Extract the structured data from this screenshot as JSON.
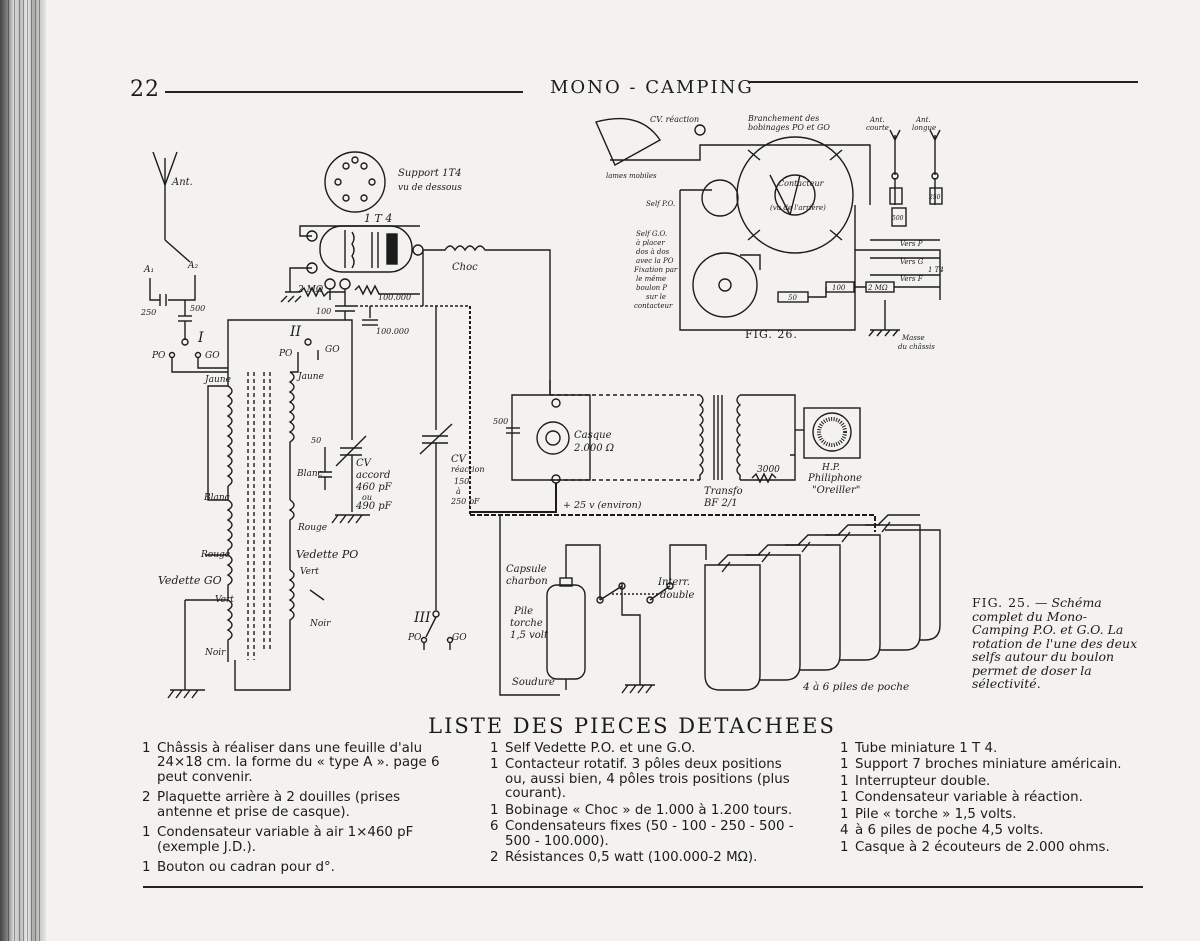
{
  "header": {
    "page_number": "22",
    "running_title": "MONO - CAMPING"
  },
  "diagram_labels": {
    "ant": "Ant.",
    "a1": "A₁",
    "a2": "A₂",
    "support_1": "Support 1T4",
    "support_2": "vu de dessous",
    "tube": "1 T 4",
    "choc": "Choc",
    "r2m": "2 MΩ",
    "c100": "100",
    "c100000a": "100.000",
    "c100000b": "100.000",
    "c250": "250",
    "c500": "500",
    "roman1": "I",
    "roman2": "II",
    "roman3": "III",
    "po": "PO",
    "go": "GO",
    "jaune": "Jaune",
    "blanc": "Blanc",
    "rouge": "Rouge",
    "vert": "Vert",
    "noir": "Noir",
    "vedette_go": "Vedette GO",
    "vedette_po": "Vedette PO",
    "cv_accord_1": "CV",
    "cv_accord_2": "accord",
    "cv_accord_3": "460 pF",
    "cv_accord_4": "ou",
    "cv_accord_5": "490 pF",
    "c50": "50",
    "cv_reaction_1": "CV",
    "cv_reaction_2": "réaction",
    "cv_reaction_3": "150",
    "cv_reaction_4": "à",
    "cv_reaction_5": "250 pF",
    "c500b": "500",
    "casque_1": "Casque",
    "casque_2": "2.000 Ω",
    "r3000": "3000",
    "transfo_1": "Transfo",
    "transfo_2": "BF 2/1",
    "hp_1": "H.P.",
    "hp_2": "Philiphone",
    "hp_3": "\"Oreiller\"",
    "v25": "+ 25 v (environ)",
    "capsule_1": "Capsule",
    "capsule_2": "charbon",
    "interr_1": "Interr.",
    "interr_2": "double",
    "pile_1": "Pile",
    "pile_2": "torche",
    "pile_3": "1,5 volt",
    "soudure": "Soudure",
    "piles": "4 à 6 piles de poche",
    "f26_cv": "CV. réaction",
    "f26_branch_1": "Branchement des",
    "f26_branch_2": "bobinages PO et GO",
    "f26_ant_courte_1": "Ant.",
    "f26_ant_courte_2": "courte",
    "f26_ant_longue_1": "Ant.",
    "f26_ant_longue_2": "longue",
    "f26_lames": "lames mobiles",
    "f26_contacteur": "Contacteur",
    "f26_vuarriere": "(vu de l'arrière)",
    "f26_selfpo": "Self P.O.",
    "f26_selfgo_1": "Self G.O.",
    "f26_selfgo_2": "à placer",
    "f26_selfgo_3": "dos à dos",
    "f26_selfgo_4": "avec la PO",
    "f26_selfgo_5": "Fixation par",
    "f26_selfgo_6": "le même",
    "f26_selfgo_7": "boulon P",
    "f26_selfgo_8": "sur le",
    "f26_selfgo_9": "contacteur",
    "f26_250": "250",
    "f26_500": "500",
    "f26_50": "50",
    "f26_100": "100",
    "f26_2m": "2 MΩ",
    "f26_versp": "Vers P",
    "f26_versg": "Vers G",
    "f26_versf": "Vers F",
    "f26_1t4": "1 T4",
    "f26_masse_1": "Masse",
    "f26_masse_2": "du châssis",
    "fig26": "FIG. 26."
  },
  "caption": {
    "fig": "FIG. 25.",
    "text": "— Schéma complet du Mono-Camping P.O. et G.O. La rotation de l'une des deux selfs autour du boulon permet de doser la sélectivité."
  },
  "parts_list": {
    "title": "LISTE DES PIECES DETACHEES",
    "col1": [
      {
        "qty": "1",
        "desc": "Châssis à réaliser dans une feuille d'alu 24×18 cm. la forme du « type A ». page 6 peut convenir."
      },
      {
        "qty": "2",
        "desc": "Plaquette arrière à 2 douilles (prises antenne et prise de casque)."
      },
      {
        "qty": "1",
        "desc": "Condensateur variable à air 1×460 pF (exemple J.D.)."
      },
      {
        "qty": "1",
        "desc": "Bouton ou cadran pour d°."
      }
    ],
    "col2": [
      {
        "qty": "1",
        "desc": "Self Vedette P.O. et une G.O."
      },
      {
        "qty": "1",
        "desc": "Contacteur rotatif. 3 pôles deux positions ou, aussi bien, 4 pôles trois positions (plus courant)."
      },
      {
        "qty": "1",
        "desc": "Bobinage « Choc » de 1.000 à 1.200 tours."
      },
      {
        "qty": "6",
        "desc": "Condensateurs fixes (50 - 100 - 250 - 500 - 500 - 100.000)."
      },
      {
        "qty": "2",
        "desc": "Résistances 0,5 watt (100.000-2 MΩ)."
      }
    ],
    "col3": [
      {
        "qty": "1",
        "desc": "Tube miniature 1 T 4."
      },
      {
        "qty": "1",
        "desc": "Support 7 broches miniature américain."
      },
      {
        "qty": "1",
        "desc": "Interrupteur double."
      },
      {
        "qty": "1",
        "desc": "Condensateur variable à réaction."
      },
      {
        "qty": "1",
        "desc": "Pile « torche » 1,5 volts."
      },
      {
        "qty": "4",
        "desc": "à 6 piles de poche 4,5 volts."
      },
      {
        "qty": "1",
        "desc": "Casque à 2 écouteurs de 2.000 ohms."
      }
    ]
  }
}
